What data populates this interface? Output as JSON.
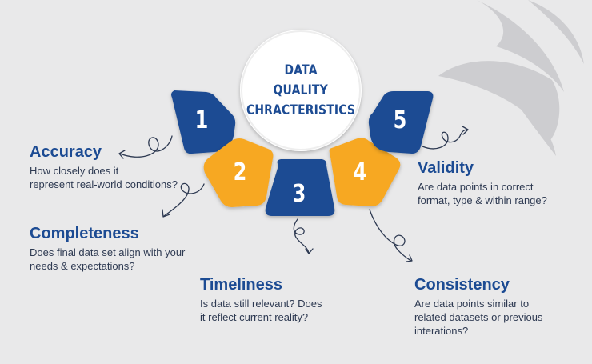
{
  "title": {
    "lines": [
      "DATA",
      "QUALITY",
      "CHRACTERISTICS"
    ]
  },
  "colors": {
    "blue": "#1c4b93",
    "orange": "#f7a823",
    "text": "#2e3a52",
    "background": "#e9e9ea"
  },
  "segments": [
    {
      "number": "1",
      "color": "blue"
    },
    {
      "number": "2",
      "color": "orange"
    },
    {
      "number": "3",
      "color": "blue"
    },
    {
      "number": "4",
      "color": "orange"
    },
    {
      "number": "5",
      "color": "blue"
    }
  ],
  "items": {
    "accuracy": {
      "title": "Accuracy",
      "lines": [
        "How closely does it",
        "represent real-world conditions?"
      ]
    },
    "completeness": {
      "title": "Completeness",
      "lines": [
        "Does final data set align with your",
        "needs & expectations?"
      ]
    },
    "timeliness": {
      "title": "Timeliness",
      "lines": [
        "Is data still relevant? Does",
        "it reflect current reality?"
      ]
    },
    "consistency": {
      "title": "Consistency",
      "lines": [
        "Are data points similar to",
        "related datasets or previous",
        "interations?"
      ]
    },
    "validity": {
      "title": "Validity",
      "lines": [
        "Are data points in correct",
        "format, type & within range?"
      ]
    }
  }
}
